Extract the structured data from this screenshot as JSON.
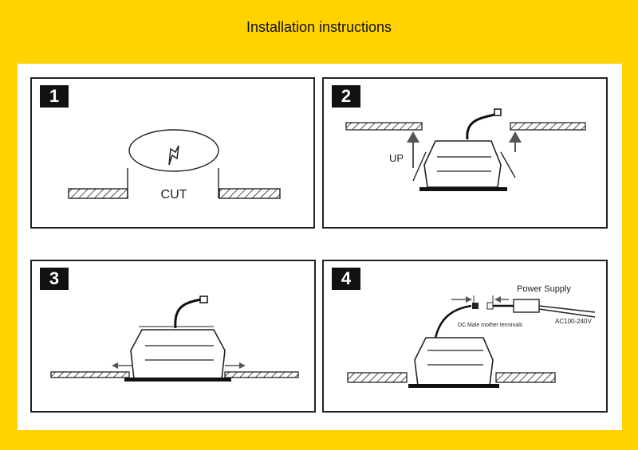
{
  "title": "Installation instructions",
  "steps": [
    {
      "number": "1",
      "label": "CUT"
    },
    {
      "number": "2",
      "label": "UP"
    },
    {
      "number": "3"
    },
    {
      "number": "4",
      "power_supply": "Power Supply",
      "terminals": "DC Male mother terminals",
      "voltage": "AC100-240V"
    }
  ]
}
